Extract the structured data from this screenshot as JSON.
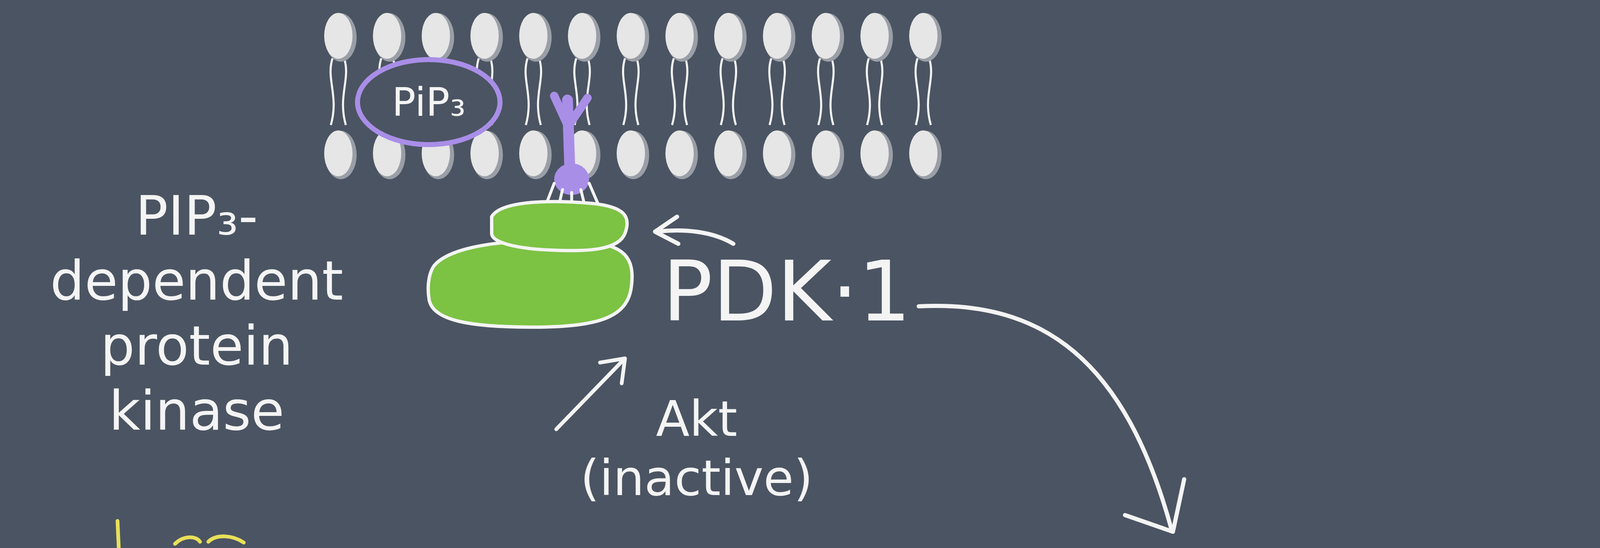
{
  "diagram": {
    "nodes": [
      {
        "text": [
          "PiP₃"
        ]
      }
    ],
    "labels": [
      "PIP₃- dependent protein kinase",
      "PDK·1",
      "Akt (inactive)"
    ]
  }
}
